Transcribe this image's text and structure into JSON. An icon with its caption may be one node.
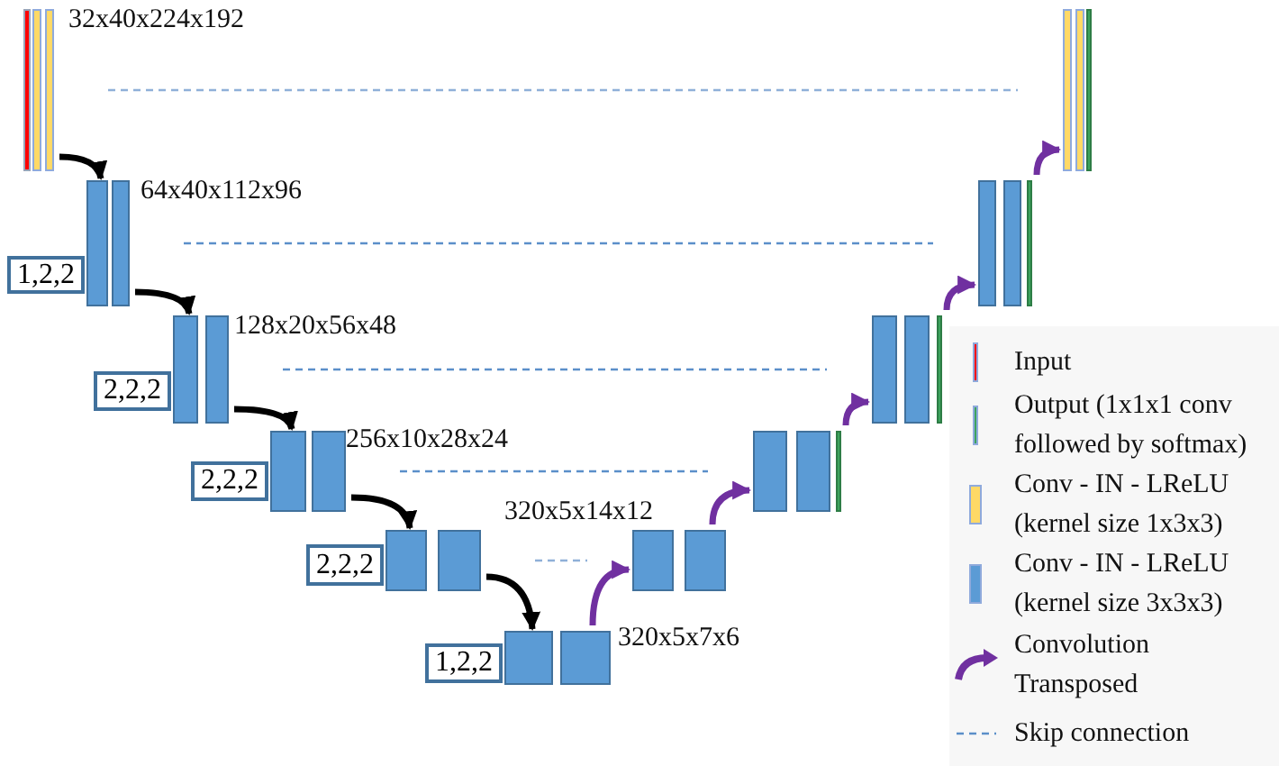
{
  "diagram": {
    "nodes": [
      {
        "text": [],
        "shape": "bar"
      },
      {
        "text": [],
        "shape": "bar"
      },
      {
        "text": [],
        "shape": "bar"
      },
      {
        "text": [],
        "shape": "bar"
      },
      {
        "text": [],
        "shape": "bar"
      },
      {
        "text": [
          "1,2,2"
        ]
      },
      {
        "text": [],
        "shape": "bar"
      },
      {
        "text": [],
        "shape": "bar"
      },
      {
        "text": [
          "2,2,2"
        ]
      },
      {
        "text": [],
        "shape": "bar"
      },
      {
        "text": [],
        "shape": "bar"
      },
      {
        "text": [
          "2,2,2"
        ]
      },
      {
        "text": [],
        "shape": "bar"
      },
      {
        "text": [],
        "shape": "bar"
      },
      {
        "text": [
          "2,2,2"
        ]
      },
      {
        "text": [],
        "shape": "bar"
      },
      {
        "text": [],
        "shape": "bar"
      },
      {
        "text": [
          "1,2,2"
        ]
      },
      {
        "text": [],
        "shape": "bar"
      },
      {
        "text": [],
        "shape": "bar"
      },
      {
        "text": [],
        "shape": "bar"
      },
      {
        "text": [],
        "shape": "bar"
      },
      {
        "text": [],
        "shape": "bar"
      },
      {
        "text": [],
        "shape": "bar"
      },
      {
        "text": [],
        "shape": "bar"
      },
      {
        "text": [],
        "shape": "bar"
      },
      {
        "text": [],
        "shape": "bar"
      },
      {
        "text": [],
        "shape": "bar"
      },
      {
        "text": [],
        "shape": "bar"
      },
      {
        "text": [],
        "shape": "bar"
      },
      {
        "text": [],
        "shape": "bar"
      },
      {
        "text": [],
        "shape": "bar"
      }
    ],
    "edges": [
      {
        "from": 2,
        "to": 3,
        "arrow": "to"
      },
      {
        "from": 4,
        "to": 6,
        "arrow": "to"
      },
      {
        "from": 7,
        "to": 9,
        "arrow": "to"
      },
      {
        "from": 10,
        "to": 12,
        "arrow": "to"
      },
      {
        "from": 13,
        "to": 15,
        "arrow": "to"
      },
      {
        "from": 16,
        "to": 18,
        "arrow": "to",
        "color": "#7030a0"
      },
      {
        "from": 19,
        "to": 20,
        "arrow": "to",
        "color": "#7030a0"
      },
      {
        "from": 22,
        "to": 23,
        "arrow": "to",
        "color": "#7030a0"
      },
      {
        "from": 25,
        "to": 26,
        "arrow": "to",
        "color": "#7030a0"
      },
      {
        "from": 28,
        "to": 29,
        "arrow": "to",
        "color": "#7030a0"
      },
      {
        "from": 2,
        "to": 29,
        "arrow": "none",
        "style": "dashed",
        "color": "#8fb0d8"
      },
      {
        "from": 4,
        "to": 26,
        "arrow": "none",
        "style": "dashed",
        "color": "#5b8fc9"
      },
      {
        "from": 7,
        "to": 23,
        "arrow": "none",
        "style": "dashed",
        "color": "#5b8fc9"
      },
      {
        "from": 10,
        "to": 20,
        "arrow": "none",
        "style": "dashed",
        "color": "#5b8fc9"
      },
      {
        "from": 13,
        "to": 18,
        "arrow": "none",
        "style": "dashed",
        "color": "#8fb0d8"
      }
    ],
    "labels": [
      "32x40x224x192",
      "64x40x112x96",
      "128x20x56x48",
      "256x10x28x24",
      "320x5x14x12",
      "320x5x7x6"
    ],
    "legend": [
      {
        "text": "Input",
        "color": "#ff0000"
      },
      {
        "text": "Output (1x1x1 conv followed by softmax)",
        "color": "#3da35d"
      },
      {
        "text": "Conv - IN - LReLU (kernel size 1x3x3)",
        "color": "#ffd966"
      },
      {
        "text": "Conv - IN - LReLU (kernel size 3x3x3)",
        "color": "#5b9bd5"
      },
      {
        "text": "Convolution Transposed"
      },
      {
        "text": "Skip connection"
      }
    ]
  }
}
